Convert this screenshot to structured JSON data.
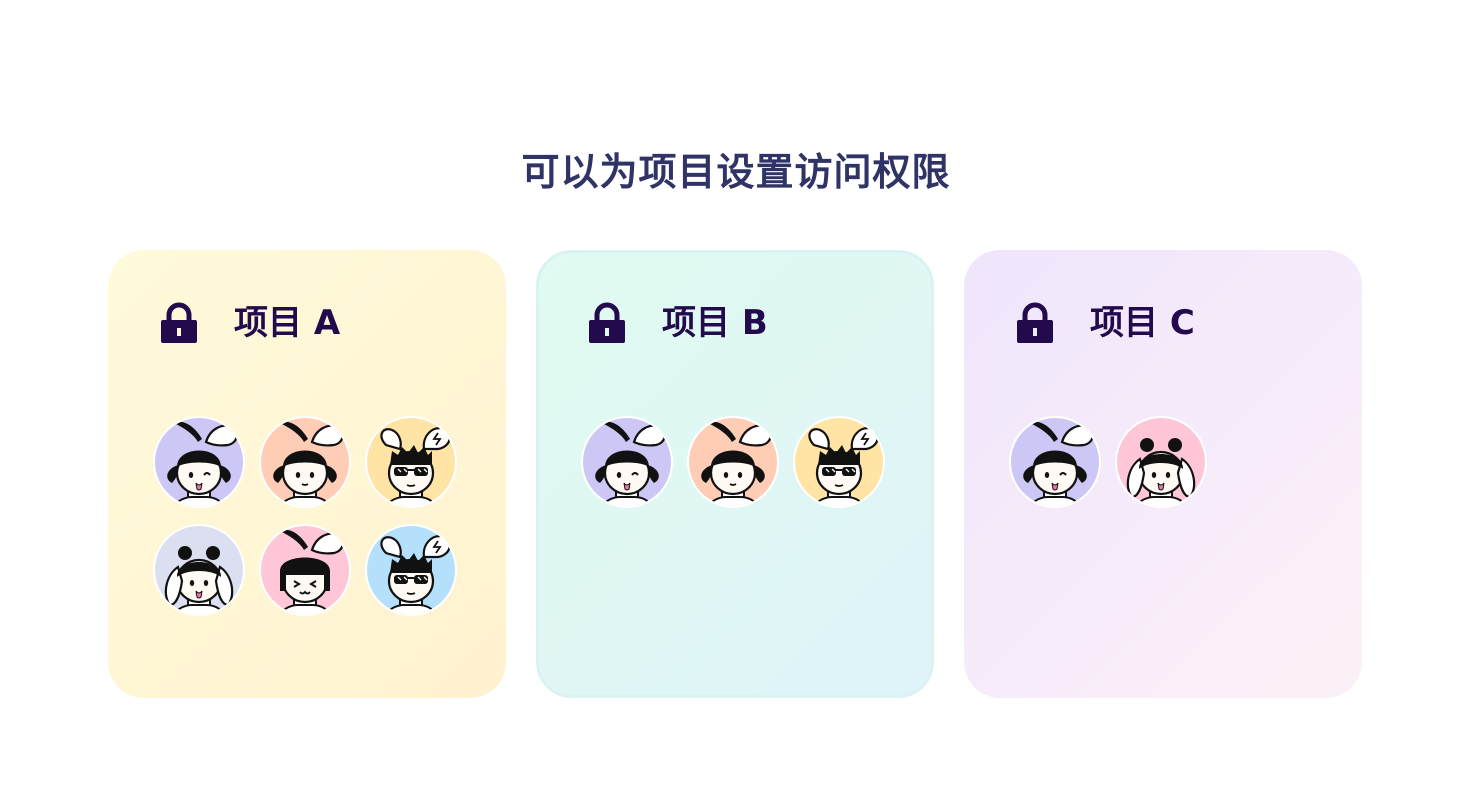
{
  "page": {
    "title": "可以为项目设置访问权限"
  },
  "projects": [
    {
      "name": "项目 A",
      "icon": "lock-icon",
      "members": [
        {
          "style": "bunny-girl-wink",
          "bg": "#cdc7f5"
        },
        {
          "style": "bunny-girl-calm",
          "bg": "#ffcdb5"
        },
        {
          "style": "bunny-boy-sunglasses",
          "bg": "#ffe4a6"
        },
        {
          "style": "lop-bunny-girl",
          "bg": "#dcdff0"
        },
        {
          "style": "bunny-girl-squint",
          "bg": "#ffc6d8"
        },
        {
          "style": "bunny-boy-sunglasses",
          "bg": "#b4e0fb"
        }
      ]
    },
    {
      "name": "项目 B",
      "icon": "lock-icon",
      "members": [
        {
          "style": "bunny-girl-wink",
          "bg": "#cdc7f5"
        },
        {
          "style": "bunny-girl-calm",
          "bg": "#ffcdb5"
        },
        {
          "style": "bunny-boy-sunglasses",
          "bg": "#ffe4a6"
        }
      ]
    },
    {
      "name": "项目 C",
      "icon": "lock-icon",
      "members": [
        {
          "style": "bunny-girl-wink",
          "bg": "#cdc7f5"
        },
        {
          "style": "lop-bunny-girl",
          "bg": "#ffc6d8"
        }
      ]
    }
  ],
  "colors": {
    "title": "#2f3366",
    "card_title": "#230a4d",
    "lock": "#230a4d"
  }
}
